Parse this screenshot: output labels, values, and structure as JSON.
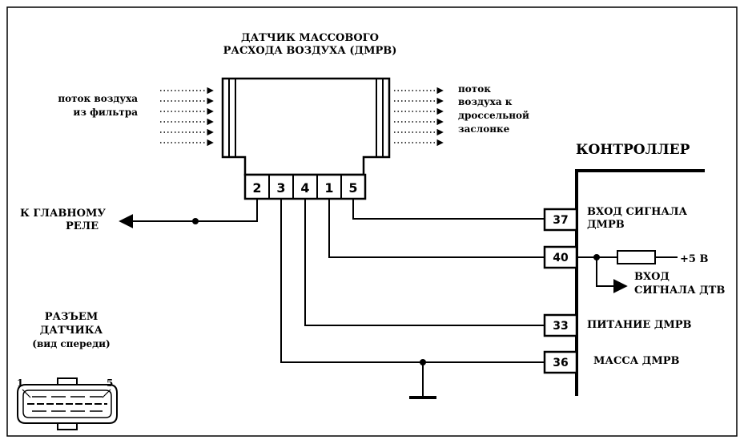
{
  "sensor": {
    "title_line1": "ДАТЧИК МАССОВОГО",
    "title_line2": "РАСХОДА ВОЗДУХА (ДМРВ)",
    "pins": [
      "2",
      "3",
      "4",
      "1",
      "5"
    ]
  },
  "flow_in": {
    "line1": "поток воздуха",
    "line2": "из фильтра"
  },
  "flow_out": {
    "line1": "поток",
    "line2": "воздуха к",
    "line3": "дроссельной",
    "line4": "заслонке"
  },
  "relay": {
    "line1": "К ГЛАВНОМУ",
    "line2": "РЕЛЕ"
  },
  "controller": {
    "title": "КОНТРОЛЛЕР",
    "pins": {
      "p37": {
        "num": "37",
        "label_line1": "ВХОД СИГНАЛА",
        "label_line2": "ДМРВ"
      },
      "p40": {
        "num": "40",
        "supply": "+5 В",
        "label_line1": "ВХОД",
        "label_line2": "СИГНАЛА ДТВ"
      },
      "p33": {
        "num": "33",
        "label": "ПИТАНИЕ ДМРВ"
      },
      "p36": {
        "num": "36",
        "label": "МАССА ДМРВ"
      }
    }
  },
  "connector": {
    "line1": "РАЗЪЕМ",
    "line2": "ДАТЧИКА",
    "line3": "(вид спереди)",
    "pin_first": "1",
    "pin_last": "5"
  }
}
